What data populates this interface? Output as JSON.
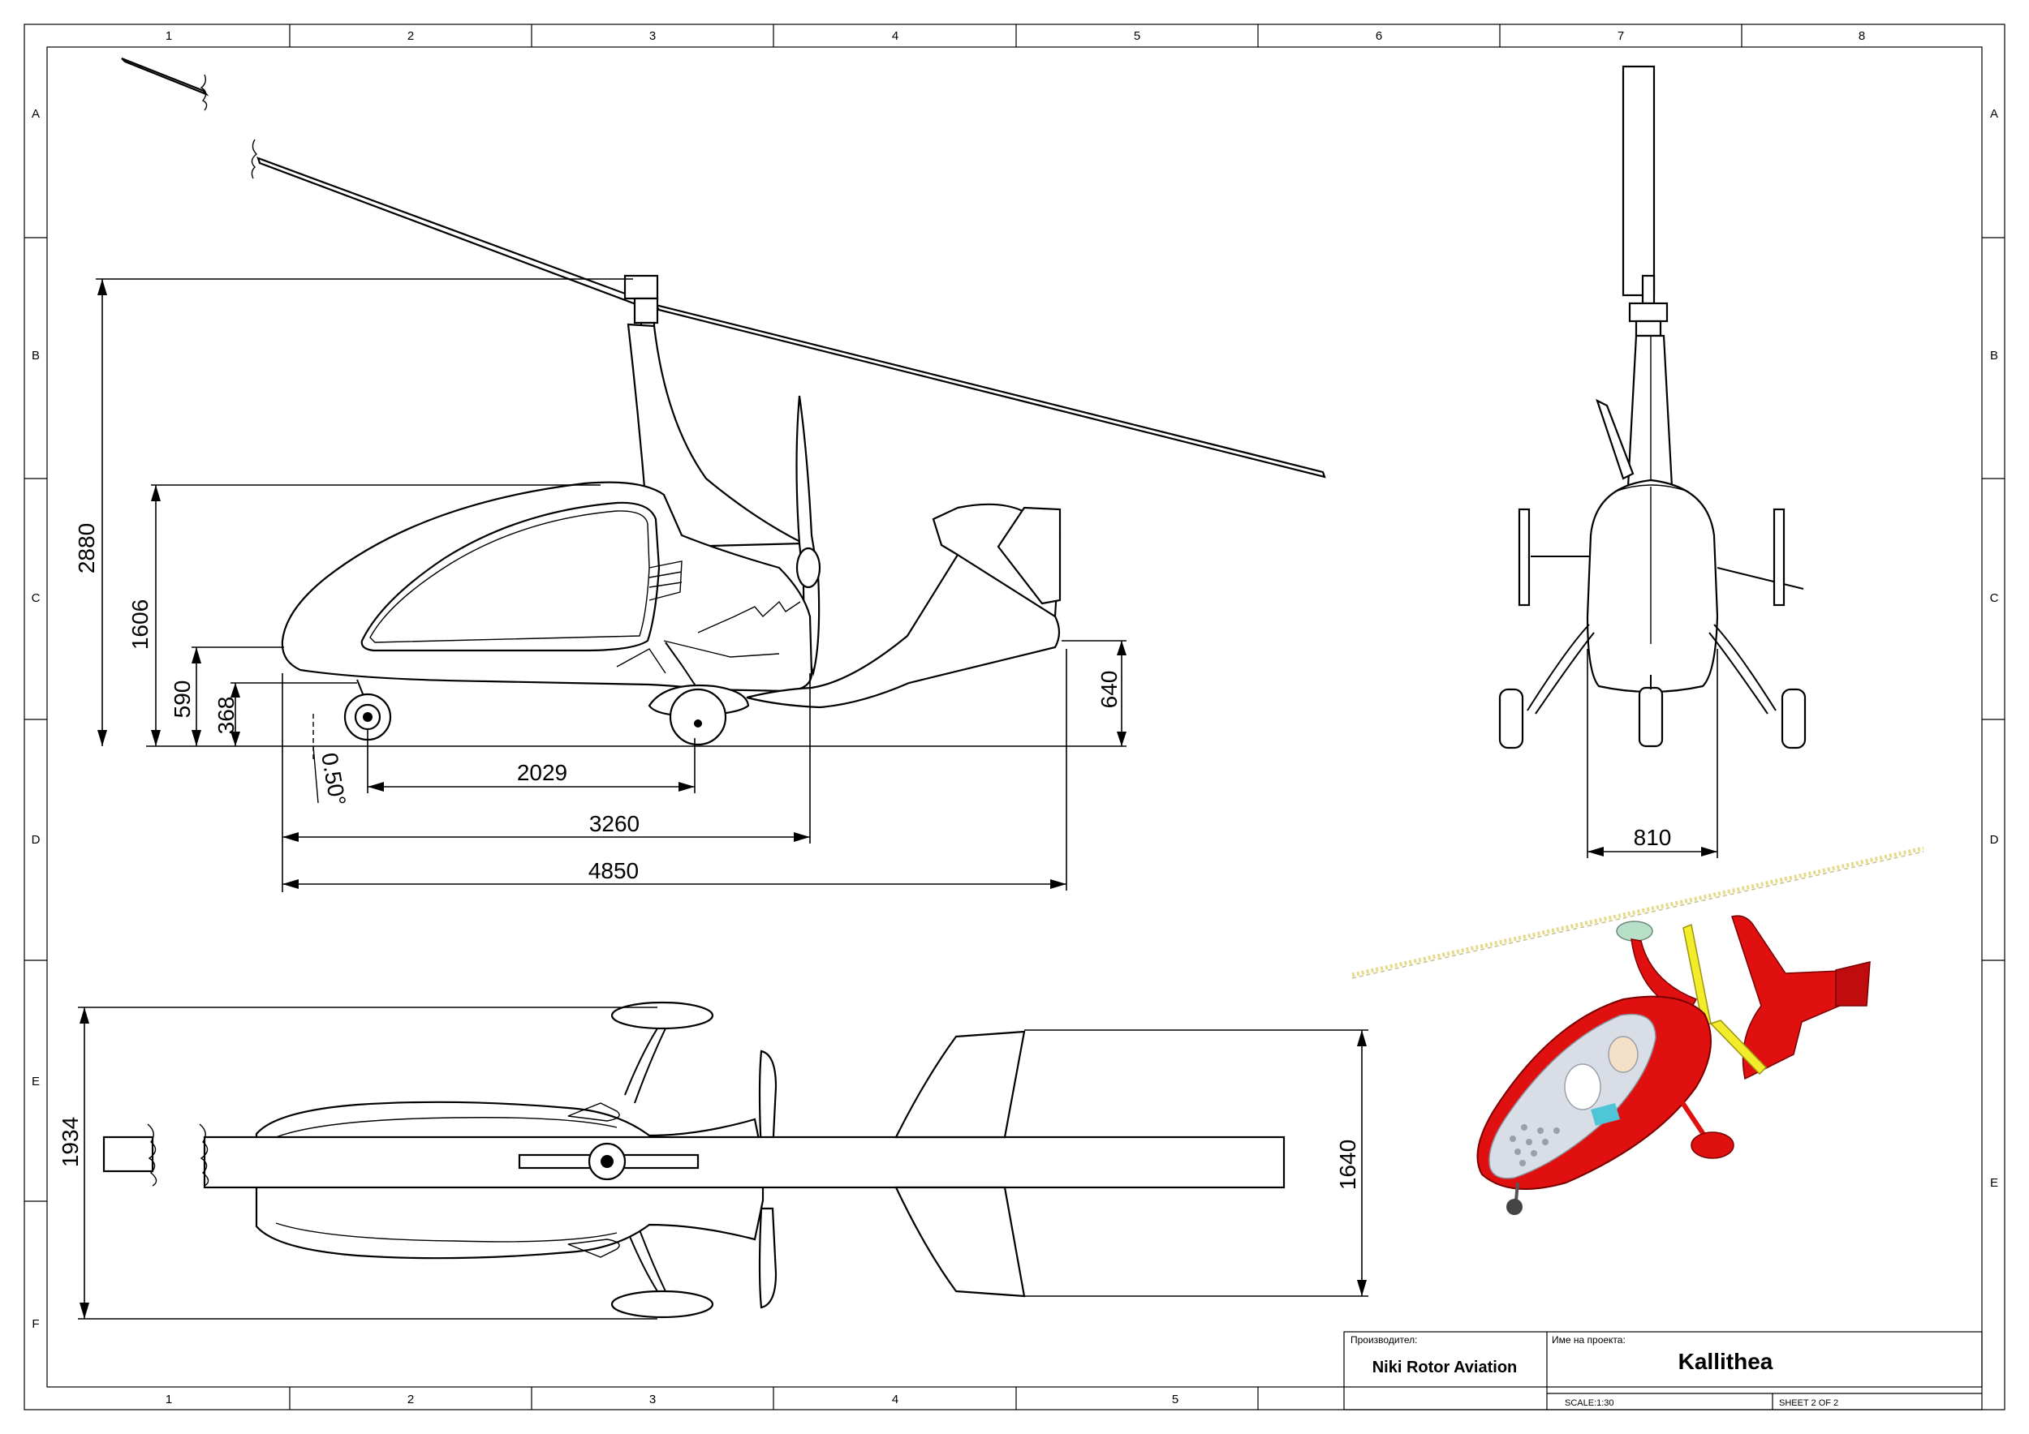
{
  "border": {
    "columns": [
      "1",
      "2",
      "3",
      "4",
      "5",
      "6",
      "7",
      "8"
    ],
    "bottom_columns": [
      "1",
      "2",
      "3",
      "4",
      "5"
    ],
    "rows_left": [
      "A",
      "B",
      "C",
      "D",
      "E",
      "F"
    ],
    "rows_right": [
      "A",
      "B",
      "C",
      "D",
      "E"
    ]
  },
  "dimensions": {
    "side_view": {
      "overall_height": "2880",
      "cabin_height": "1606",
      "nose_height": "590",
      "nose_wheel_height": "368",
      "tail_height": "640",
      "wheelbase": "2029",
      "mast_to_nose": "3260",
      "overall_length": "4850",
      "ground_angle": "0.50°"
    },
    "front_view": {
      "track_width": "810"
    },
    "top_view": {
      "rotor_span": "1934",
      "stabilizer_span": "1640"
    }
  },
  "title_block": {
    "manufacturer_label": "Производител:",
    "manufacturer": "Niki Rotor Aviation",
    "project_label": "Име на проекта:",
    "project_name": "Kallithea",
    "scale": "SCALE:1:30",
    "sheet": "SHEET 2 OF 2"
  },
  "colors": {
    "line": "#000000",
    "render_body": "#e01010",
    "render_prop": "#f2ec2a",
    "render_rotor": "#e6d98a",
    "render_glass": "#d8dde6"
  }
}
